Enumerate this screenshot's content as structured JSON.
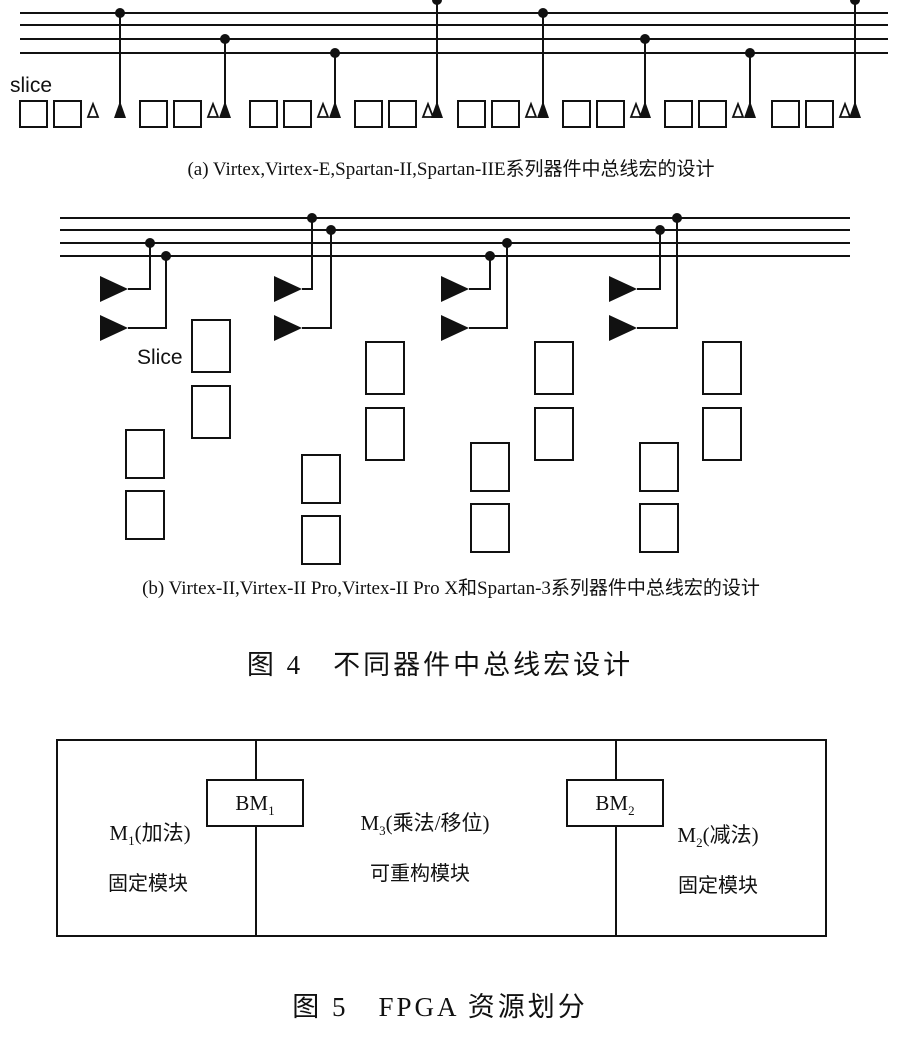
{
  "figure4": {
    "panel_a": {
      "slice_label": "slice",
      "caption": "(a) Virtex,Virtex-E,Spartan-II,Spartan-IIE系列器件中总线宏的设计"
    },
    "panel_b": {
      "slice_label": "Slice",
      "caption": "(b) Virtex-II,Virtex-II Pro,Virtex-II Pro X和Spartan-3系列器件中总线宏的设计"
    },
    "title": "图 4　不同器件中总线宏设计"
  },
  "figure5": {
    "bm1": {
      "base": "BM",
      "sub": "1"
    },
    "bm2": {
      "base": "BM",
      "sub": "2"
    },
    "m1": {
      "base": "M",
      "sub": "1",
      "suffix": "(加法)",
      "desc": "固定模块"
    },
    "m3": {
      "base": "M",
      "sub": "3",
      "suffix": "(乘法/移位)",
      "desc": "可重构模块"
    },
    "m2": {
      "base": "M",
      "sub": "2",
      "suffix": "(减法)",
      "desc": "固定模块"
    },
    "title": "图 5　FPGA 资源划分"
  }
}
